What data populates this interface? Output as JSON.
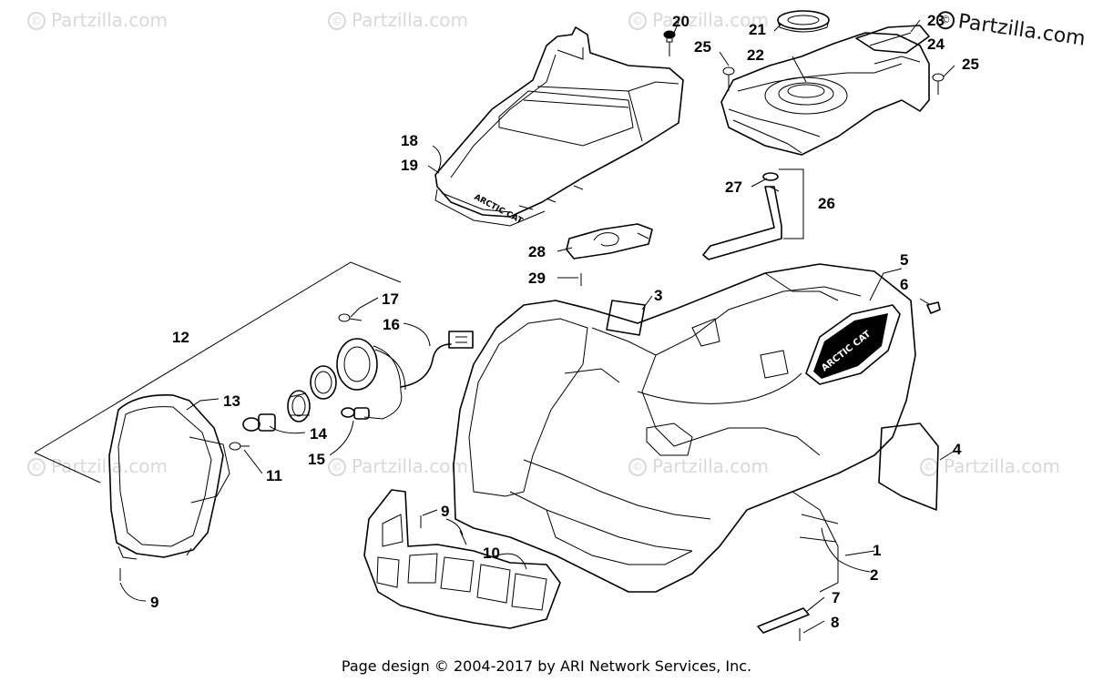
{
  "watermark": {
    "text": "Partzilla.com",
    "symbol": "©"
  },
  "brand": {
    "symbol": "©",
    "text": "Partzilla.com"
  },
  "decal_text": "ARCTIC CAT",
  "callouts": {
    "c1": "1",
    "c2": "2",
    "c3": "3",
    "c4": "4",
    "c5": "5",
    "c6": "6",
    "c7": "7",
    "c8": "8",
    "c9a": "9",
    "c9b": "9",
    "c10": "10",
    "c11": "11",
    "c12": "12",
    "c13": "13",
    "c14": "14",
    "c15": "15",
    "c16": "16",
    "c17": "17",
    "c18": "18",
    "c19": "19",
    "c20": "20",
    "c21": "21",
    "c22": "22",
    "c23": "23",
    "c24": "24",
    "c25a": "25",
    "c25b": "25",
    "c26": "26",
    "c27": "27",
    "c28": "28",
    "c29": "29"
  },
  "footer": {
    "text": "Page design © 2004-2017 by ARI Network Services, Inc."
  }
}
